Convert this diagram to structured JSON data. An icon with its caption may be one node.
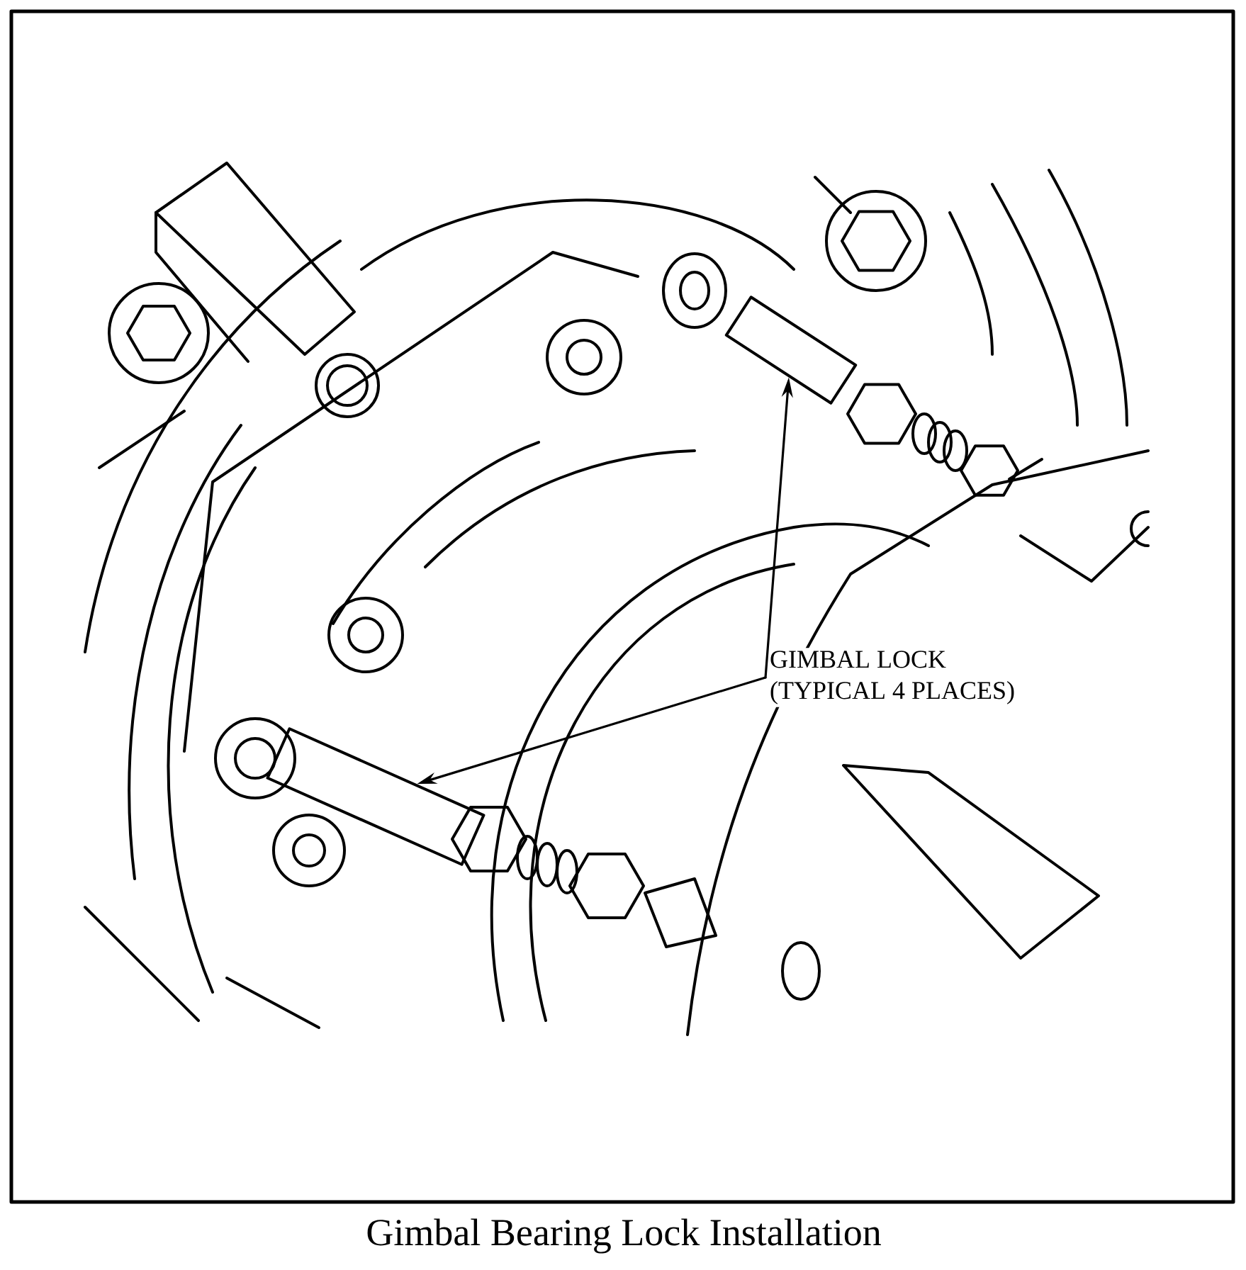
{
  "diagram": {
    "caption": "Gimbal Bearing Lock Installation",
    "nodes": [
      {
        "text": [
          "GIMBAL LOCK",
          "(TYPICAL 4 PLACES)"
        ]
      },
      {
        "text": [],
        "shape": "bar"
      },
      {
        "text": [],
        "shape": "bar"
      }
    ],
    "edges": [
      {
        "from": 0,
        "to": 1,
        "arrow": "to"
      },
      {
        "from": 0,
        "to": 2,
        "arrow": "to"
      }
    ]
  }
}
